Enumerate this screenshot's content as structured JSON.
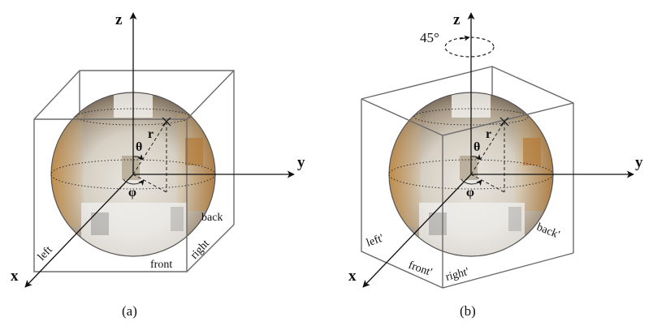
{
  "panels": [
    {
      "id": "a",
      "caption": "(a)",
      "axes": {
        "x": "x",
        "y": "y",
        "z": "z"
      },
      "symbols": {
        "r": "r",
        "theta": "θ",
        "phi": "φ"
      },
      "faces": {
        "left": "left",
        "front": "front",
        "right": "right",
        "back": "back"
      }
    },
    {
      "id": "b",
      "caption": "(b)",
      "rotation_label": "45°",
      "axes": {
        "x": "x",
        "y": "y",
        "z": "z"
      },
      "symbols": {
        "r": "r",
        "theta": "θ",
        "phi": "φ"
      },
      "faces": {
        "left": "left'",
        "front": "front'",
        "right": "right'",
        "back": "back'"
      }
    }
  ]
}
